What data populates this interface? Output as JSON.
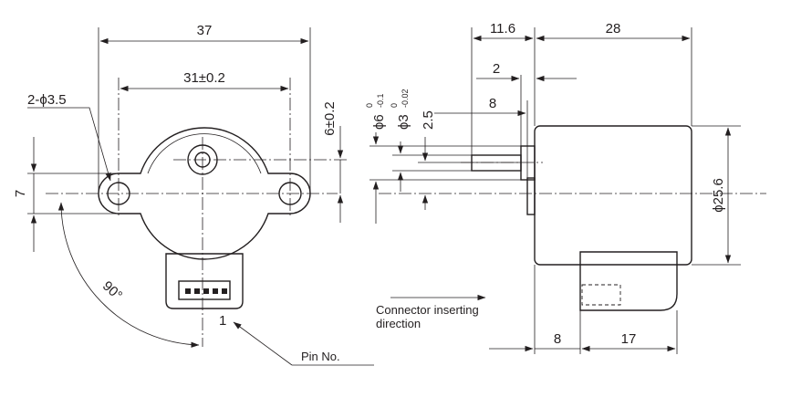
{
  "colors": {
    "body_fill": "#d7e9f5",
    "line": "#231f20",
    "background": "#ffffff"
  },
  "front_view": {
    "dims": {
      "overall_width": "37",
      "mounting_pitch": "31±0.2",
      "hole_label": "2-ϕ3.5",
      "hole_offset": "7",
      "shaft_offset": "6±0.2",
      "angle": "90°"
    },
    "pin_number": "1",
    "pin_label": "Pin No."
  },
  "side_view": {
    "dims": {
      "shaft_length": "11.6",
      "body_length": "28",
      "collar": "2",
      "flat_length": "8",
      "flat_depth": "2.5",
      "shaft_dia": "ϕ6",
      "shaft_dia_upper": "0",
      "shaft_dia_lower": "-0.1",
      "flat_dia": "ϕ3",
      "flat_dia_upper": "0",
      "flat_dia_lower": "-0.02",
      "body_dia": "ϕ25.6",
      "connector_offset": "8",
      "connector_width": "17"
    },
    "connector_note_line1": "Connector inserting",
    "connector_note_line2": "direction"
  }
}
